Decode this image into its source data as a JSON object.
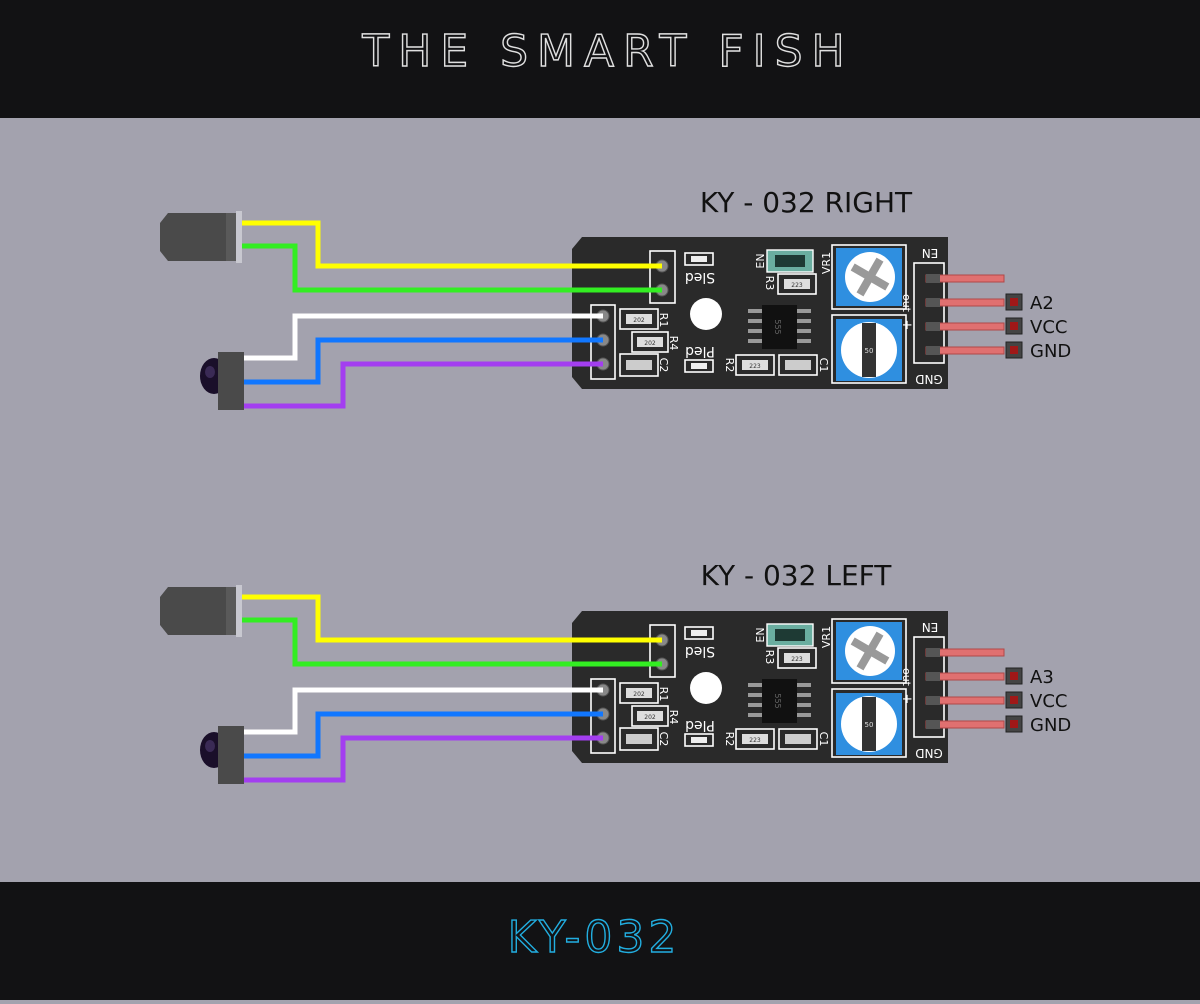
{
  "header": {
    "title": "THE SMART FISH"
  },
  "footer": {
    "title": "KY-032"
  },
  "colors": {
    "bar_bg": "#121214",
    "canvas_bg": "#a3a2ae",
    "header_text": "#e0e0e0",
    "footer_text": "#22aee0",
    "pcb": "#2a2a2a",
    "wire_yellow": "#ffff00",
    "wire_green": "#33ee22",
    "wire_white": "#ffffff",
    "wire_blue": "#1177ff",
    "wire_purple": "#a33ef0",
    "pin": "#e07070",
    "pot": "#2f8fe0"
  },
  "modules": [
    {
      "title": "KY - 032 RIGHT",
      "pins": [
        "A2",
        "VCC",
        "GND"
      ],
      "board": {
        "label_en": "EN",
        "label_gnd": "GND",
        "label_out": "out",
        "label_plus": "+",
        "label_sled": "Sled",
        "label_pled": "Pled",
        "label_r1": "R1",
        "label_r2": "R2",
        "label_r3": "R3",
        "label_r4": "R4",
        "label_c1": "C1",
        "label_c2": "C2",
        "label_vr1": "VR1",
        "r1_code": "202",
        "r4_code": "202",
        "r2_code": "223",
        "r3_code": "223",
        "ic_code": "555",
        "cap_code": "50"
      }
    },
    {
      "title": "KY - 032 LEFT",
      "pins": [
        "A3",
        "VCC",
        "GND"
      ],
      "board": {
        "label_en": "EN",
        "label_gnd": "GND",
        "label_out": "out",
        "label_plus": "+",
        "label_sled": "Sled",
        "label_pled": "Pled",
        "label_r1": "R1",
        "label_r2": "R2",
        "label_r3": "R3",
        "label_r4": "R4",
        "label_c1": "C1",
        "label_c2": "C2",
        "label_vr1": "VR1",
        "r1_code": "202",
        "r4_code": "202",
        "r2_code": "223",
        "r3_code": "223",
        "ic_code": "555",
        "cap_code": "50"
      }
    }
  ]
}
